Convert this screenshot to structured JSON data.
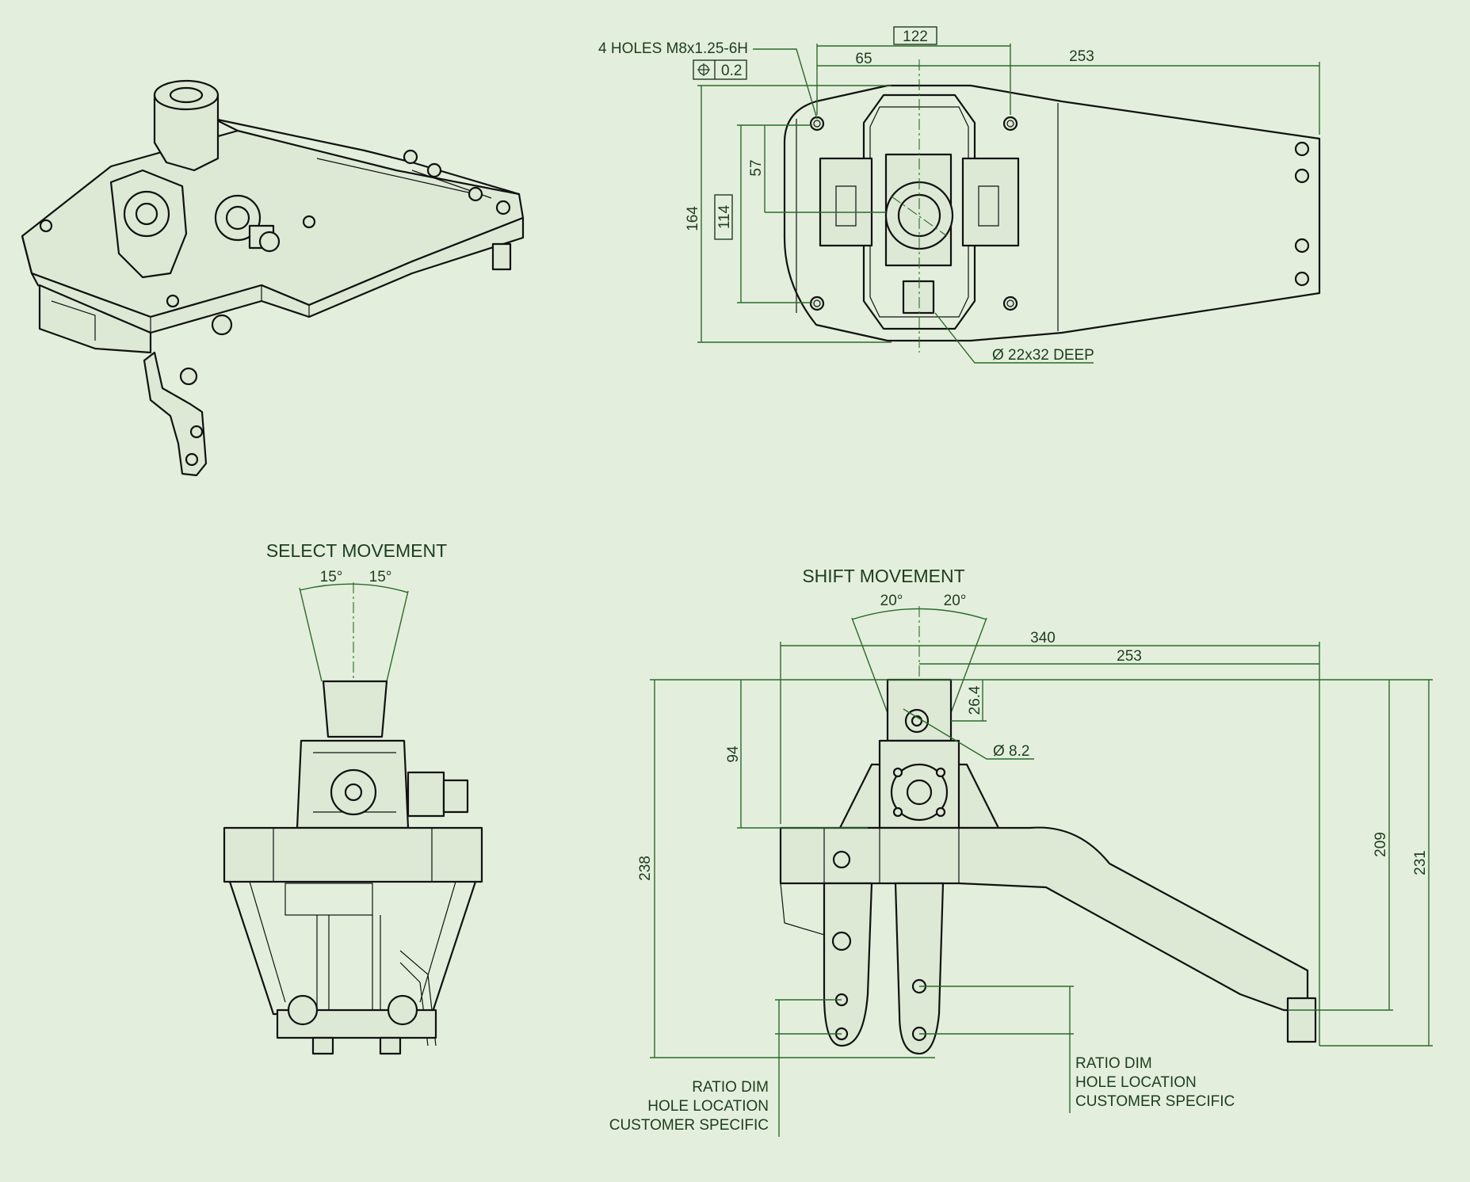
{
  "views": {
    "top": {
      "note_holes": "4 HOLES M8x1.25-6H",
      "tolerance_value": "0.2",
      "dim_122": "122",
      "dim_65": "65",
      "dim_253": "253",
      "dim_57": "57",
      "dim_114": "114",
      "dim_164": "164",
      "bore_note": "Ø 22x32 DEEP"
    },
    "select": {
      "title": "SELECT MOVEMENT",
      "angle_left": "15°",
      "angle_right": "15°"
    },
    "shift": {
      "title": "SHIFT MOVEMENT",
      "angle_left": "20°",
      "angle_right": "20°",
      "dim_340": "340",
      "dim_253": "253",
      "dim_26_4": "26.4",
      "hole_dia": "Ø 8.2",
      "dim_94": "94",
      "dim_238": "238",
      "dim_209": "209",
      "dim_231": "231",
      "ratio_note_left": [
        "RATIO DIM",
        "HOLE LOCATION",
        "CUSTOMER SPECIFIC"
      ],
      "ratio_note_right": [
        "RATIO DIM",
        "HOLE LOCATION",
        "CUSTOMER SPECIFIC"
      ]
    }
  }
}
